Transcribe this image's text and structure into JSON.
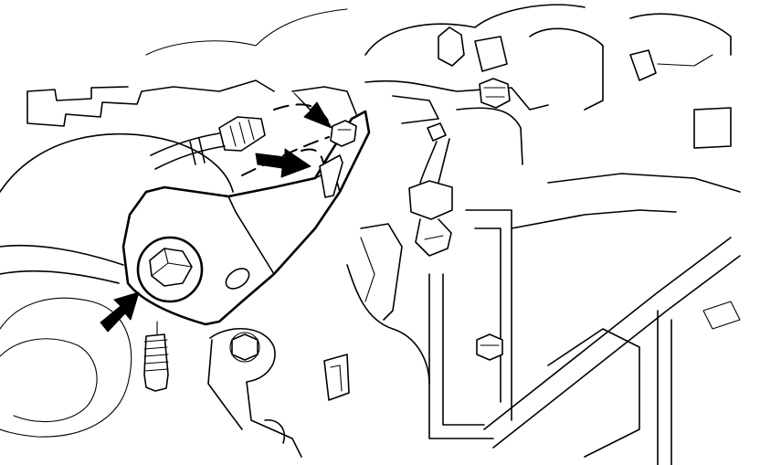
{
  "illustration": {
    "callouts": [
      {
        "name": "upper-nut",
        "icon": "arrow-icon"
      },
      {
        "name": "middle-clip",
        "icon": "arrow-icon"
      },
      {
        "name": "main-bolt",
        "icon": "arrow-icon"
      }
    ],
    "colors": {
      "line": "#000000",
      "background": "#ffffff"
    }
  }
}
